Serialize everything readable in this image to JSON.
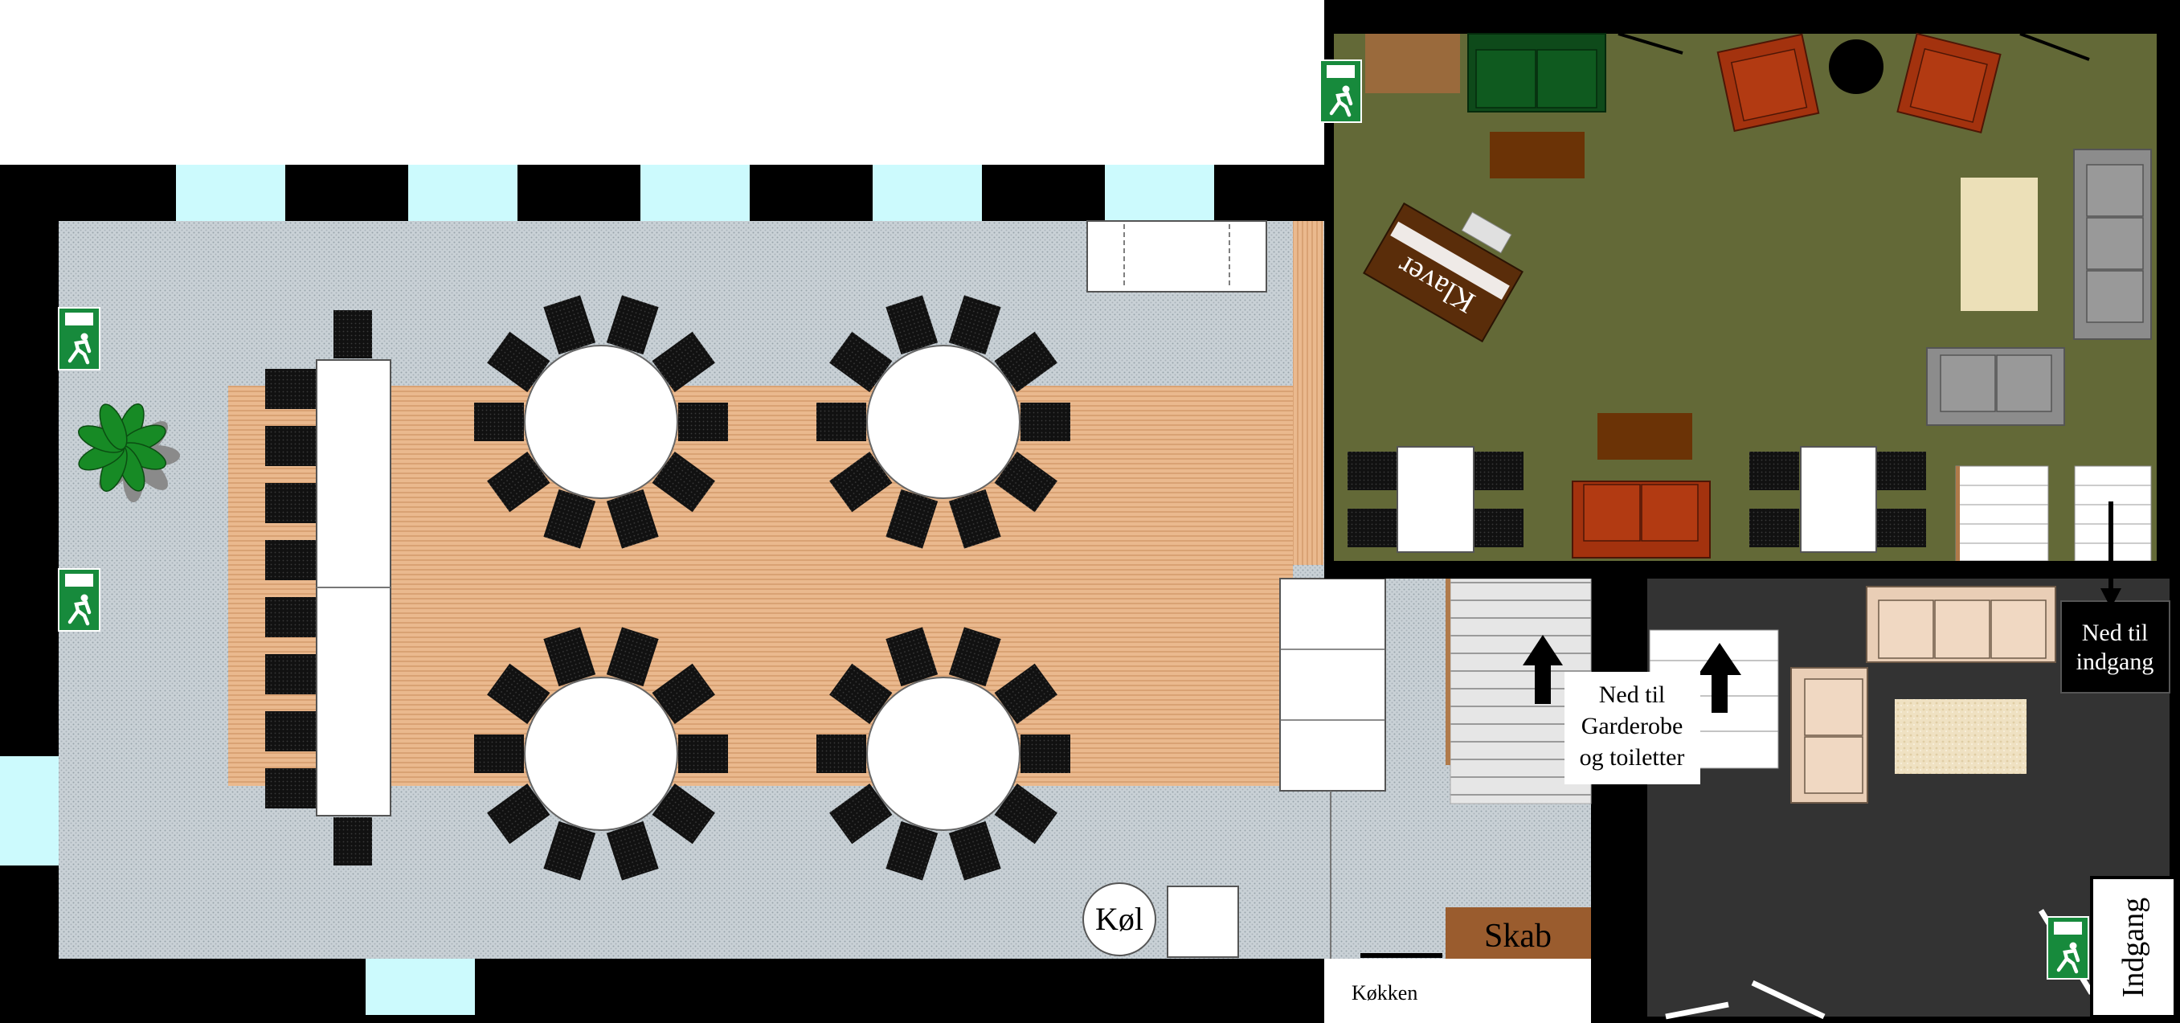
{
  "labels": {
    "kol": "Køl",
    "skab": "Skab",
    "kokken": "Køkken",
    "klaver": "Klaver",
    "garderobe": [
      "Ned til",
      "Garderobe",
      "og toiletter"
    ],
    "indgang_down": [
      "Ned til",
      "indgang"
    ],
    "indgang": "Indgang"
  },
  "colors": {
    "wall": "#000000",
    "window": "#ccfafd",
    "main_floor": "#c4ccd2",
    "dance_floor": "#eab98e",
    "lounge_floor": "#636937",
    "entry_floor": "#333333",
    "sofa_green": "#0e4a1a",
    "chair_red": "#a3320e",
    "table_brown": "#6b3306",
    "cabinet": "#9a5c2e",
    "sofa_grey": "#8c8c8c",
    "sofa_beige": "#e9ceb6",
    "exit_green": "#178a3c",
    "plant": "#178a25"
  },
  "icons": [
    "emergency-exit-icon",
    "plant-icon",
    "arrow-up-icon",
    "arrow-down-icon"
  ]
}
